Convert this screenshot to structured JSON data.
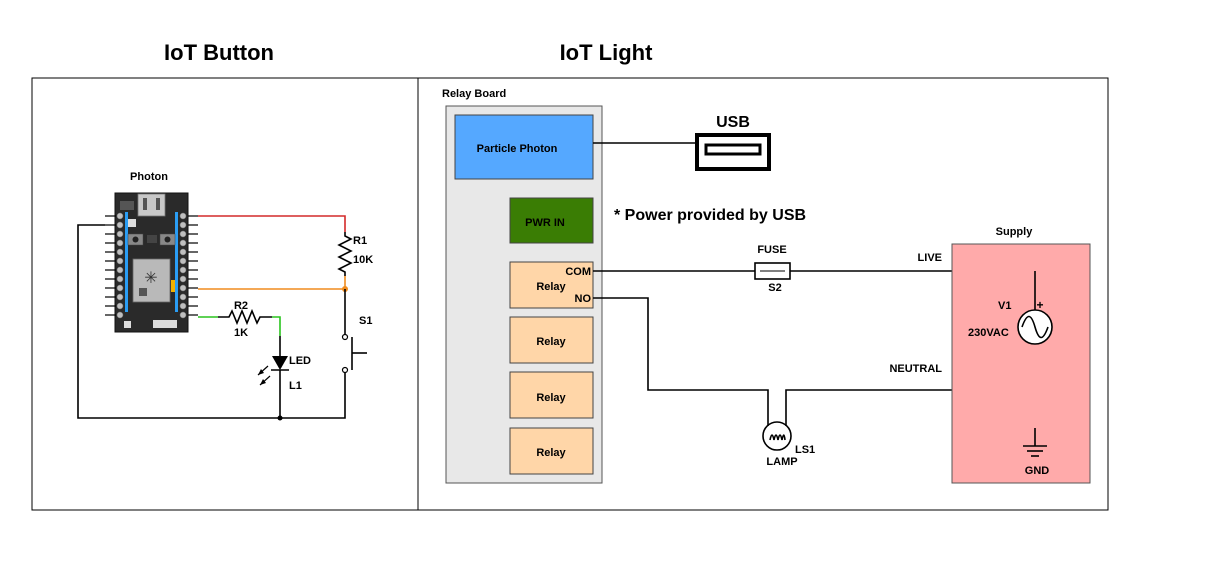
{
  "titles": {
    "button": "IoT Button",
    "light": "IoT Light"
  },
  "button_panel": {
    "photon_label": "Photon",
    "r1": {
      "name": "R1",
      "value": "10K"
    },
    "r2": {
      "name": "R2",
      "value": "1K"
    },
    "led": {
      "type": "LED",
      "name": "L1"
    },
    "switch": "S1",
    "wire_colors": {
      "red": "#d42a2a",
      "orange": "#f08c1e",
      "green": "#2ac41e",
      "black": "#000000"
    }
  },
  "light_panel": {
    "relay_board_label": "Relay Board",
    "particle_photon": "Particle Photon",
    "pwr_in": "PWR IN",
    "relays": [
      "Relay",
      "Relay",
      "Relay",
      "Relay"
    ],
    "com": "COM",
    "no": "NO",
    "usb": "USB",
    "note": "* Power provided by USB",
    "fuse": {
      "label": "FUSE",
      "name": "S2"
    },
    "lamp": {
      "name": "LS1",
      "label": "LAMP"
    },
    "live": "LIVE",
    "neutral": "NEUTRAL",
    "supply": {
      "label": "Supply",
      "name": "V1",
      "value": "230VAC",
      "polarity": "+"
    },
    "gnd": "GND",
    "colors": {
      "photon": "#55a8ff",
      "pwr_in": "#3a7d04",
      "relay": "#ffd6a8",
      "board": "#e8e8e8",
      "supply": "#ffaaaa"
    }
  }
}
